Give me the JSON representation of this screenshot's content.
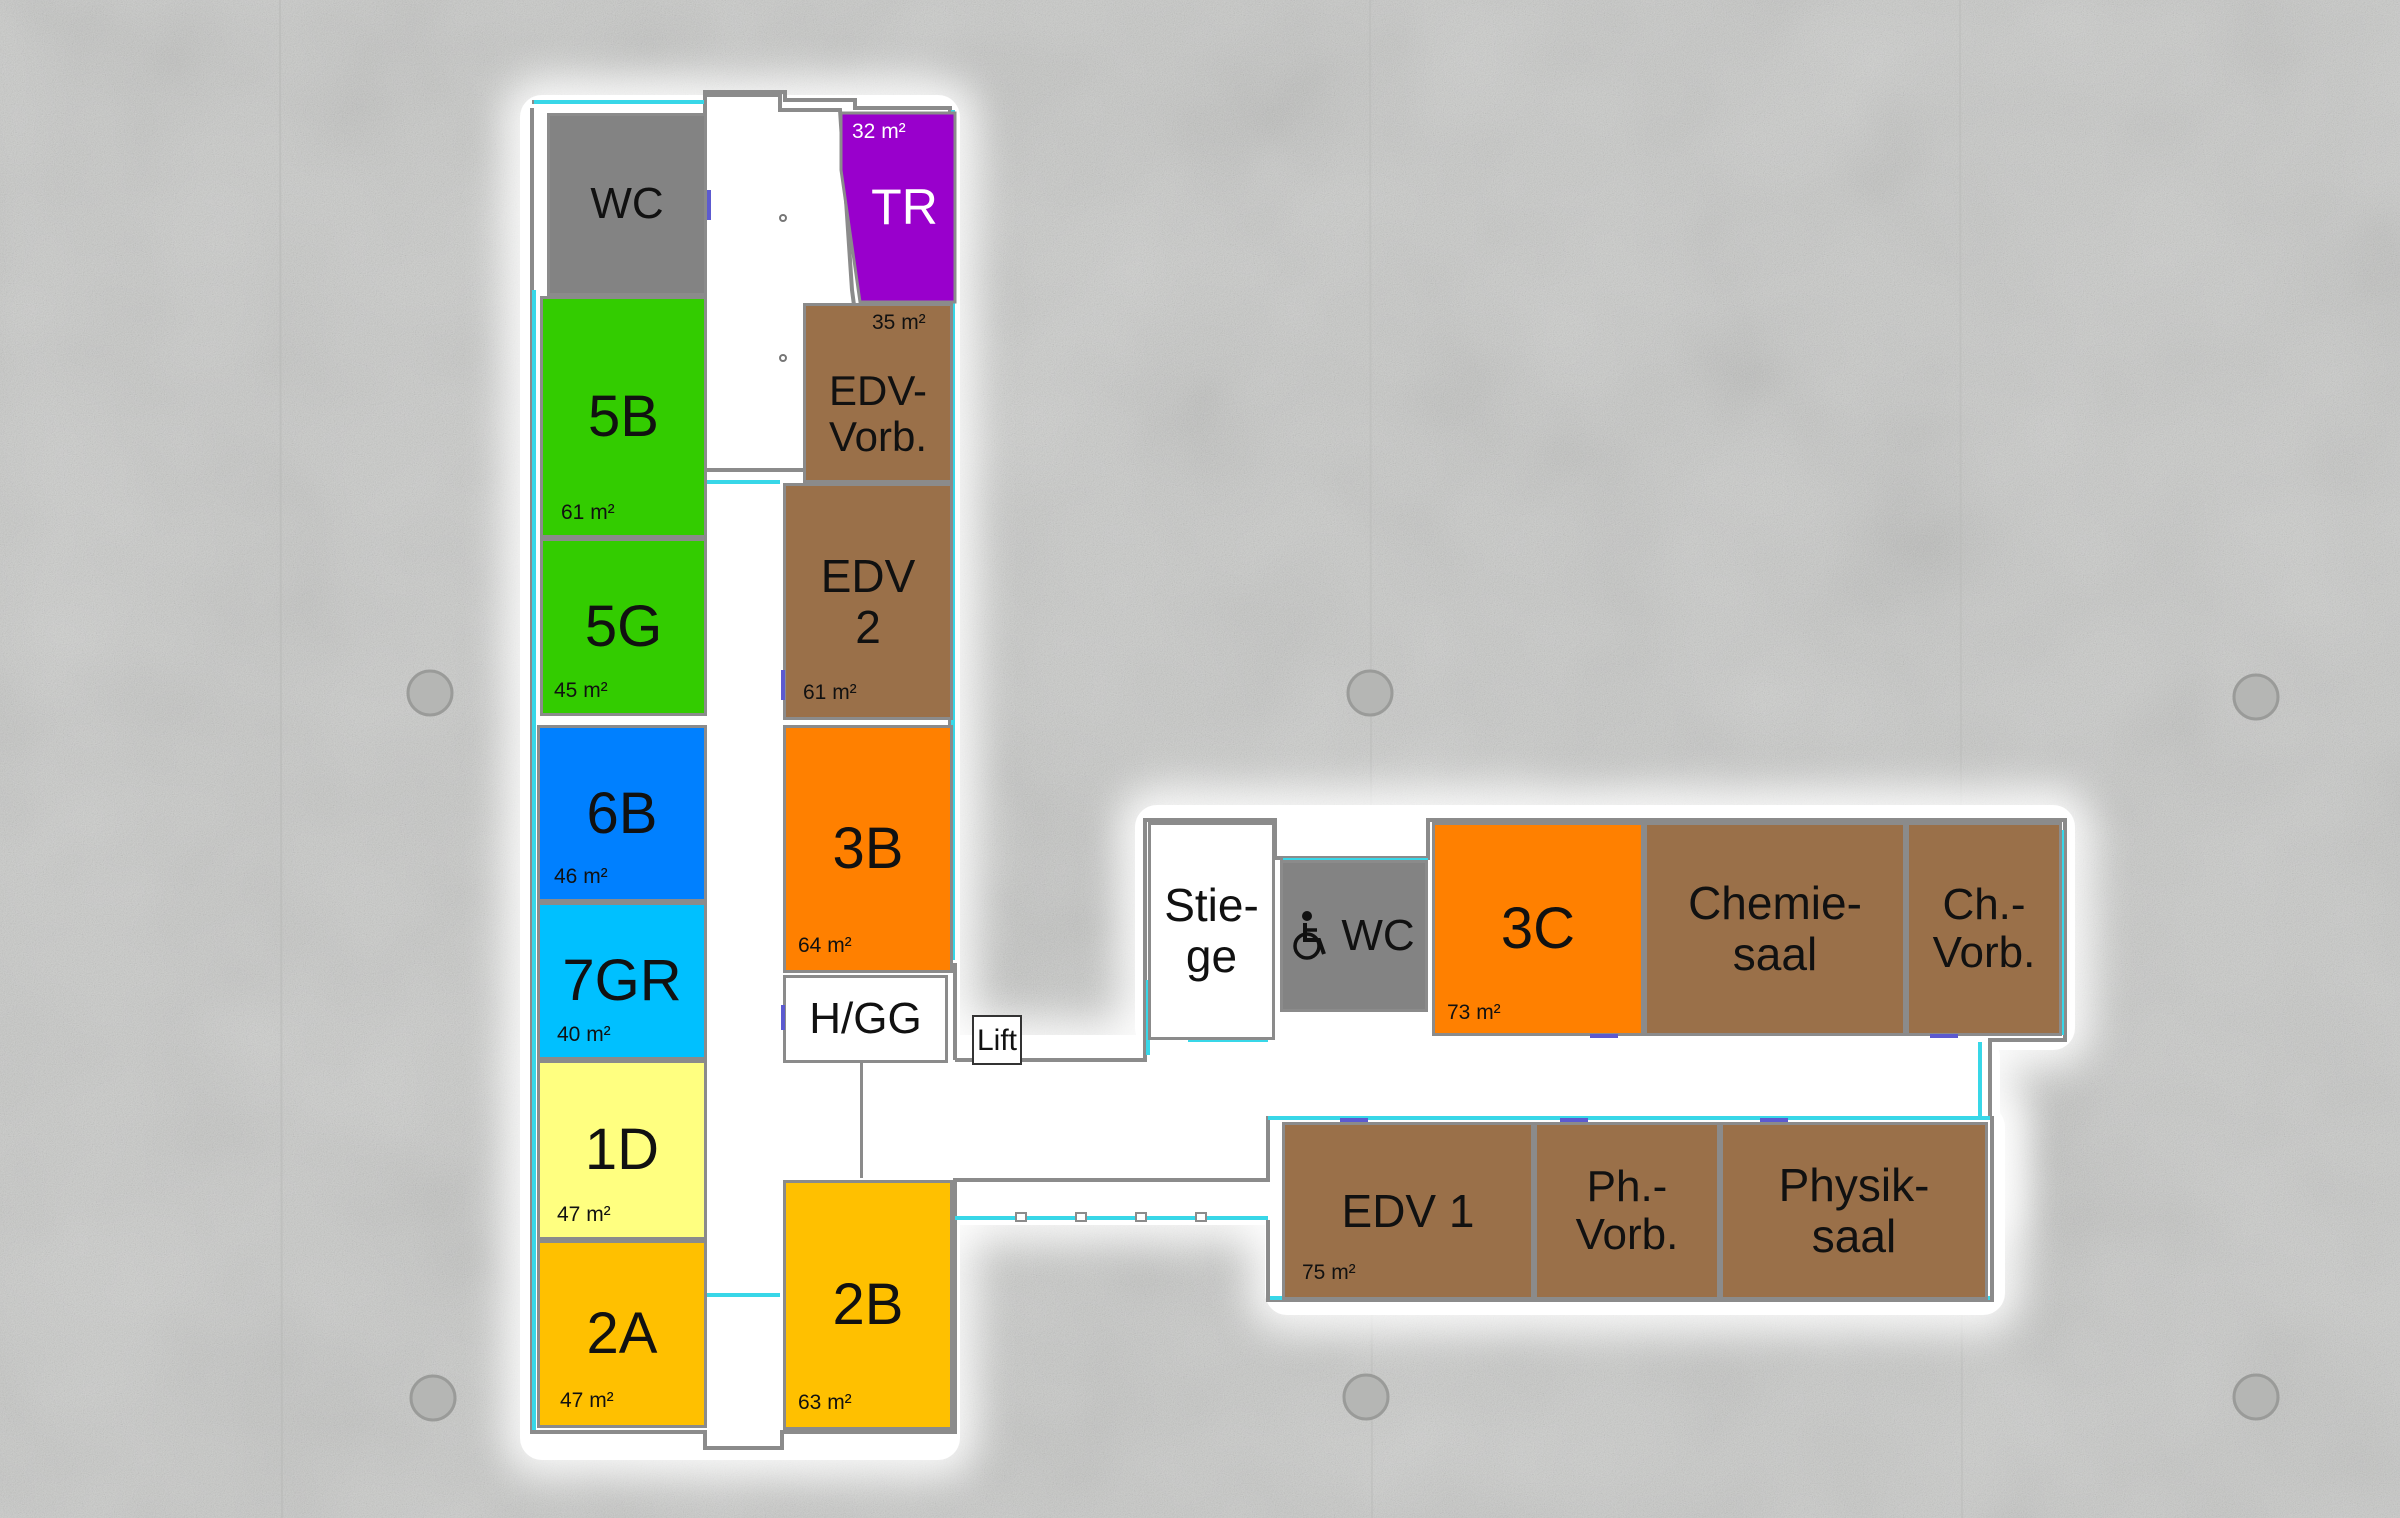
{
  "colors": {
    "gray": "#838383",
    "green": "#33cc00",
    "blue": "#0080ff",
    "cyan": "#00c0ff",
    "yellow": "#ffff80",
    "amber": "#ffc000",
    "orange": "#ff8000",
    "brown": "#9a7049",
    "purple": "#9900cc",
    "white": "#ffffff",
    "wall": "#8b8b8b",
    "window": "#38d7e8"
  },
  "rooms": {
    "wc_top": {
      "label": "WC",
      "area": ""
    },
    "r5b": {
      "label": "5B",
      "area": "61 m²"
    },
    "r5g": {
      "label": "5G",
      "area": "45 m²"
    },
    "r6b": {
      "label": "6B",
      "area": "46 m²"
    },
    "r7gr": {
      "label": "7GR",
      "area": "40 m²"
    },
    "r1d": {
      "label": "1D",
      "area": "47 m²"
    },
    "r2a": {
      "label": "2A",
      "area": "47 m²"
    },
    "tr": {
      "label": "TR",
      "area": "32 m²"
    },
    "edv_vorb": {
      "label": "EDV-\nVorb.",
      "area": "35 m²"
    },
    "edv2": {
      "label": "EDV\n2",
      "area": "61 m²"
    },
    "r3b": {
      "label": "3B",
      "area": "64 m²"
    },
    "hgg": {
      "label": "H/GG",
      "area": ""
    },
    "lift": {
      "label": "Lift",
      "area": ""
    },
    "r2b": {
      "label": "2B",
      "area": "63 m²"
    },
    "stiege": {
      "label": "Stie-\nge",
      "area": ""
    },
    "wc_access": {
      "label": "WC",
      "area": ""
    },
    "r3c": {
      "label": "3C",
      "area": "73 m²"
    },
    "chemiesaal": {
      "label": "Chemie-\nsaal",
      "area": ""
    },
    "ch_vorb": {
      "label": "Ch.-\nVorb.",
      "area": ""
    },
    "edv1": {
      "label": "EDV 1",
      "area": "75 m²"
    },
    "ph_vorb": {
      "label": "Ph.-\nVorb.",
      "area": ""
    },
    "physiksaal": {
      "label": "Physik-\nsaal",
      "area": ""
    }
  },
  "icons": {
    "wheelchair": "wheelchair-icon"
  }
}
